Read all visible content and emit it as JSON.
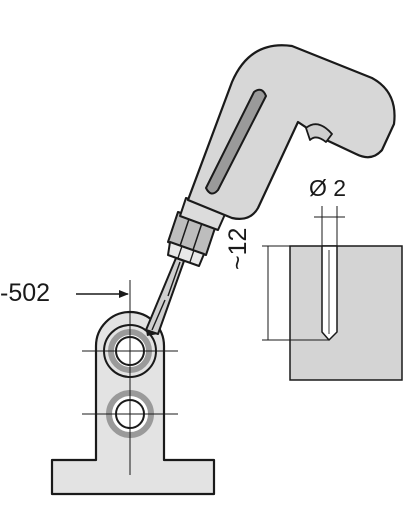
{
  "labels": {
    "offset": "-502",
    "diameter": "Ø 2",
    "depth": "~12"
  },
  "colors": {
    "part_fill": "#e3e3e3",
    "outline": "#1a1a1a",
    "drill_body": "#d7d7d7",
    "drill_window": "#9a9a9a",
    "hole_ring": "#9a9a9a",
    "block_fill": "#d4d4d4"
  },
  "icons": [
    "power-drill-icon",
    "drill-bit-icon",
    "arrow-right-icon"
  ]
}
